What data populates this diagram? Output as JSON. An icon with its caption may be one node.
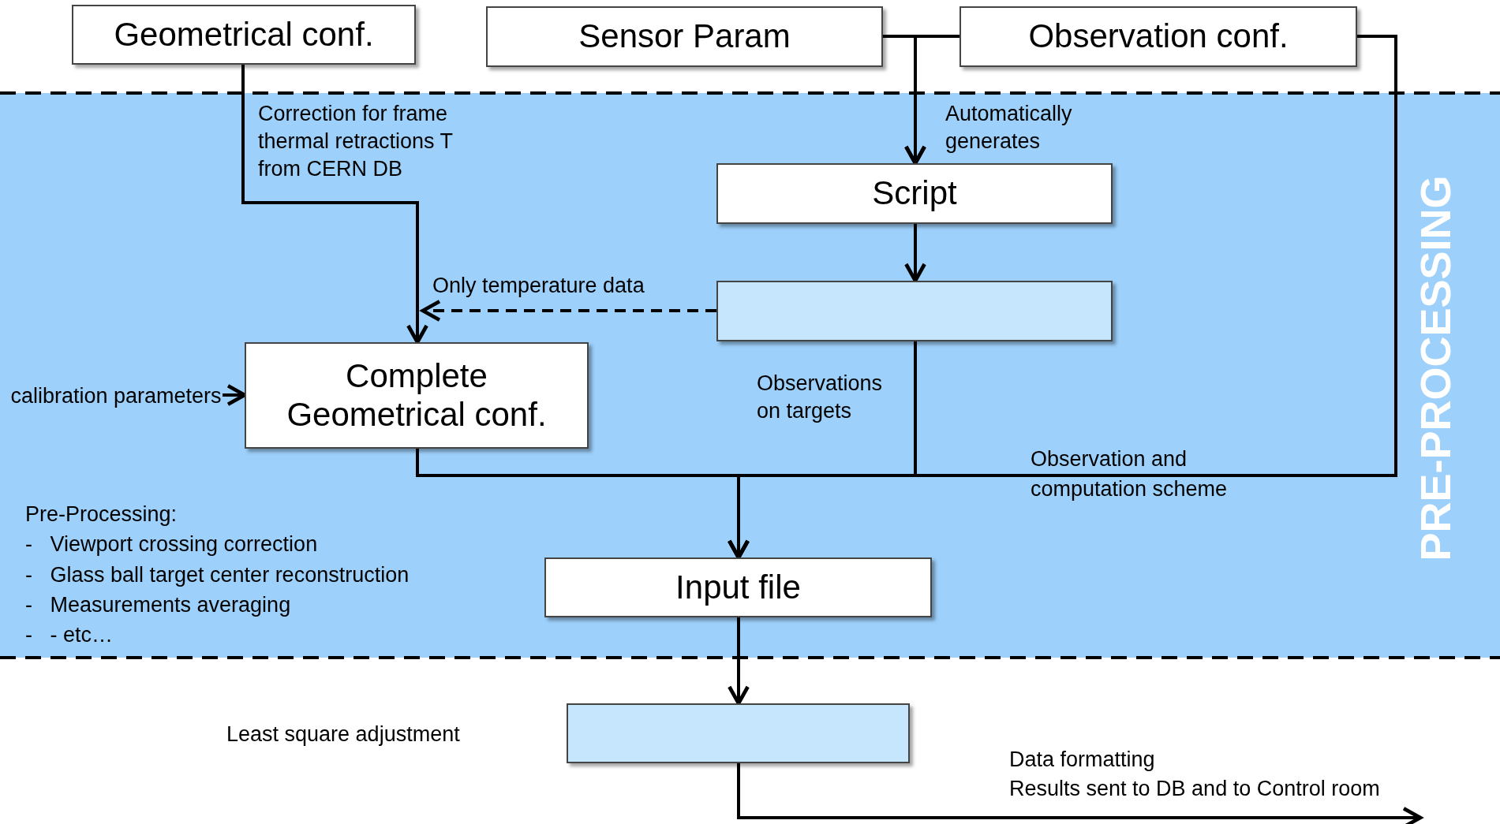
{
  "diagram": {
    "nodes": [
      {
        "text": [
          "Geometrical conf."
        ]
      },
      {
        "text": [
          "Sensor Param"
        ]
      },
      {
        "text": [
          "Observation conf."
        ]
      },
      {
        "text": [
          "Script"
        ]
      },
      {
        "text": [],
        "shape": "box"
      },
      {
        "text": [
          "Complete Geometrical conf."
        ]
      },
      {
        "text": [
          "Input file"
        ]
      },
      {
        "text": [],
        "shape": "box"
      },
      {
        "text": [
          "calibration parameters"
        ]
      }
    ],
    "edges": [
      {
        "from": 0,
        "to": 5,
        "arrow": "to",
        "label": "Correction for frame thermal retractions T from CERN DB"
      },
      {
        "from": 1,
        "to": 3,
        "arrow": "to",
        "label": "Automatically generates"
      },
      {
        "from": 2,
        "to": 3,
        "arrow": "to"
      },
      {
        "from": 3,
        "to": 4,
        "arrow": "to"
      },
      {
        "from": 4,
        "to": 5,
        "arrow": "to",
        "style": "dashed",
        "label": "Only temperature data"
      },
      {
        "from": 8,
        "to": 5,
        "arrow": "to"
      },
      {
        "from": 5,
        "to": 6,
        "arrow": "to"
      },
      {
        "from": 4,
        "to": 6,
        "arrow": "to",
        "label": "Observations on targets"
      },
      {
        "from": 2,
        "to": 6,
        "arrow": "to",
        "label": "Observation and computation scheme"
      },
      {
        "from": 6,
        "to": 7,
        "arrow": "to"
      },
      {
        "from": 7,
        "to": null,
        "arrow": "to"
      }
    ],
    "labels": [
      "PRE-PROCESSING",
      "Pre-Processing:",
      "-   Viewport crossing correction",
      "-   Glass ball target center reconstruction",
      "-   Measurements averaging",
      "-   - etc…",
      "Least square adjustment",
      "Data formatting",
      "Results sent to DB and to Control room"
    ]
  }
}
